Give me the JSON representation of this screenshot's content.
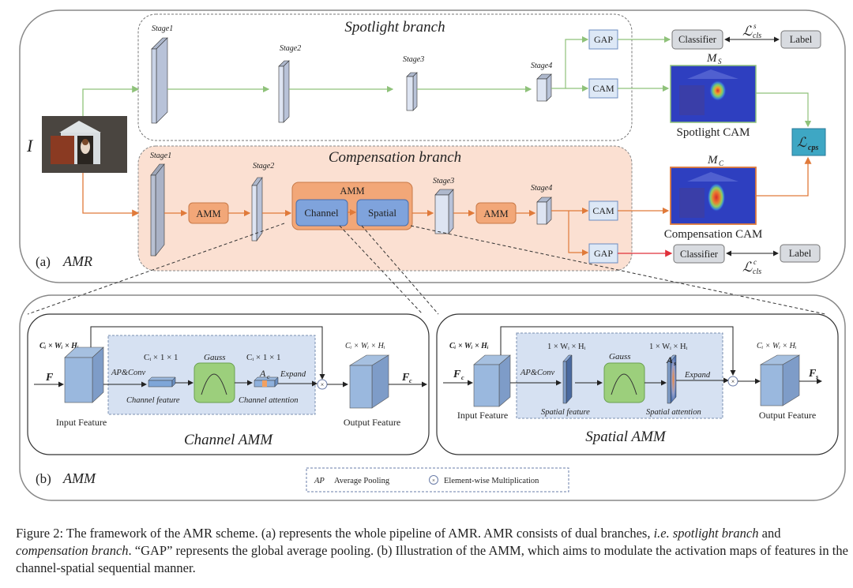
{
  "panel_a": {
    "label": "(a)",
    "title": "AMR",
    "input_label": "I",
    "spotlight": {
      "title": "Spotlight branch",
      "stages": [
        "Stage1",
        "Stage2",
        "Stage3",
        "Stage4"
      ],
      "gap": "GAP",
      "cam": "CAM",
      "classifier": "Classifier",
      "label": "Label",
      "loss_main": "ℒ",
      "loss_sub": "cls",
      "loss_sup": "s",
      "map_main": "M",
      "map_sub": "S",
      "cam_caption": "Spotlight CAM"
    },
    "compensation": {
      "title": "Compensation branch",
      "stages": [
        "Stage1",
        "Stage2",
        "Stage3",
        "Stage4"
      ],
      "amm": "AMM",
      "amm_group_title": "AMM",
      "channel": "Channel",
      "spatial": "Spatial",
      "gap": "GAP",
      "cam": "CAM",
      "classifier": "Classifier",
      "label": "Label",
      "loss_main": "ℒ",
      "loss_sub": "cls",
      "loss_sup": "c",
      "map_main": "M",
      "map_sub": "C",
      "cam_caption": "Compensation CAM"
    },
    "cps_loss_main": "ℒ",
    "cps_loss_sub": "cps"
  },
  "panel_b": {
    "label": "(b)",
    "title": "AMM",
    "channel_amm": {
      "title": "Channel AMM",
      "input_dim": "Cᵢ × Wᵢ × Hᵢ",
      "input_symbol": "F",
      "input_caption": "Input Feature",
      "op": "AP&Conv",
      "feat_dim": "Cᵢ × 1 × 1",
      "feat_caption": "Channel feature",
      "gauss": "Gauss",
      "att_dim": "Cᵢ × 1 × 1",
      "att_symbol": "A",
      "att_sub": "c",
      "expand": "Expand",
      "att_caption": "Channel attention",
      "output_dim": "Cᵢ × Wᵢ × Hᵢ",
      "output_caption": "Output Feature",
      "output_symbol": "F",
      "output_sub": "c"
    },
    "spatial_amm": {
      "title": "Spatial AMM",
      "input_dim": "Cᵢ × Wᵢ × Hᵢ",
      "input_symbol": "F",
      "input_sub": "c",
      "input_caption": "Input Feature",
      "op": "AP&Conv",
      "feat_dim": "1 × Wᵢ × Hᵢ",
      "feat_caption": "Spatial feature",
      "gauss": "Gauss",
      "att_dim": "1 × Wᵢ × Hᵢ",
      "att_symbol": "A",
      "att_sub": "s",
      "expand": "Expand",
      "att_caption": "Spatial attention",
      "output_dim": "Cᵢ × Wᵢ × Hᵢ",
      "output_caption": "Output Feature",
      "output_symbol": "F",
      "output_sub": "s"
    },
    "legend": {
      "ap_symbol": "AP",
      "ap_text": "Average Pooling",
      "mult_symbol": "⊗",
      "mult_text": "Element-wise Multiplication"
    }
  },
  "caption": {
    "p1": "Figure 2: The framework of the AMR scheme. (a) represents the whole pipeline of AMR. AMR consists of dual branches, ",
    "ie": "i.e.",
    "p2": " ",
    "spot": "spotlight branch",
    "and": " and ",
    "comp": "compensation branch",
    "p3": ". “GAP” represents the global average pooling. (b) Illustration of the AMM, which aims to modulate the activation maps of features in the channel-spatial sequential manner."
  },
  "colors": {
    "spotlight_arrow": "#8fc27a",
    "compensation_arrow": "#e07a3a",
    "compensation_bg": "#fbe0d2",
    "amm_orange": "#f2a778",
    "amm_blue": "#7fa3dc",
    "stage_fill": "#c9d3e6",
    "cps_fill": "#3ea7c4",
    "gauss_green": "#9ccf7c",
    "amm_panel_bg": "#d6e1f2",
    "red_arrow": "#e0303a"
  }
}
